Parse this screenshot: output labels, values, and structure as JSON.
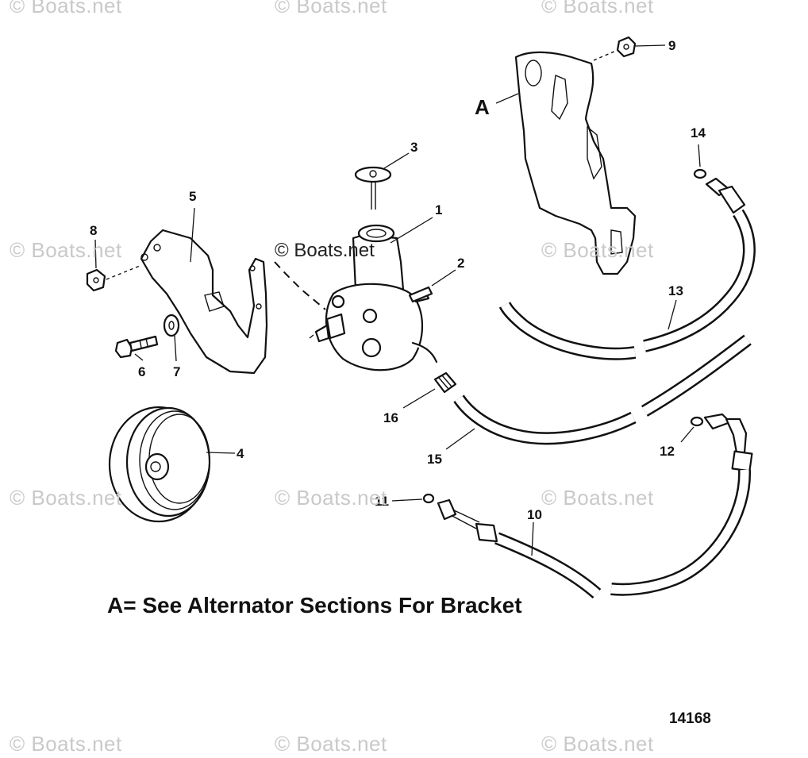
{
  "watermark_text": "© Boats.net",
  "watermarks": [
    {
      "id": "tl"
    },
    {
      "id": "tc"
    },
    {
      "id": "tr"
    },
    {
      "id": "ml"
    },
    {
      "id": "mr"
    },
    {
      "id": "ll"
    },
    {
      "id": "lc"
    },
    {
      "id": "lr"
    },
    {
      "id": "bl"
    },
    {
      "id": "bc"
    },
    {
      "id": "br"
    }
  ],
  "center_watermark": "© Boats.net",
  "callouts": {
    "c1": "1",
    "c2": "2",
    "c3": "3",
    "c4": "4",
    "c5": "5",
    "c6": "6",
    "c7": "7",
    "c8": "8",
    "c9": "9",
    "c10": "10",
    "c11": "11",
    "c12": "12",
    "c13": "13",
    "c14": "14",
    "c15": "15",
    "c16": "16"
  },
  "bracket_ref": "A",
  "note": "A= See Alternator Sections For Bracket",
  "figure_number": "14168"
}
